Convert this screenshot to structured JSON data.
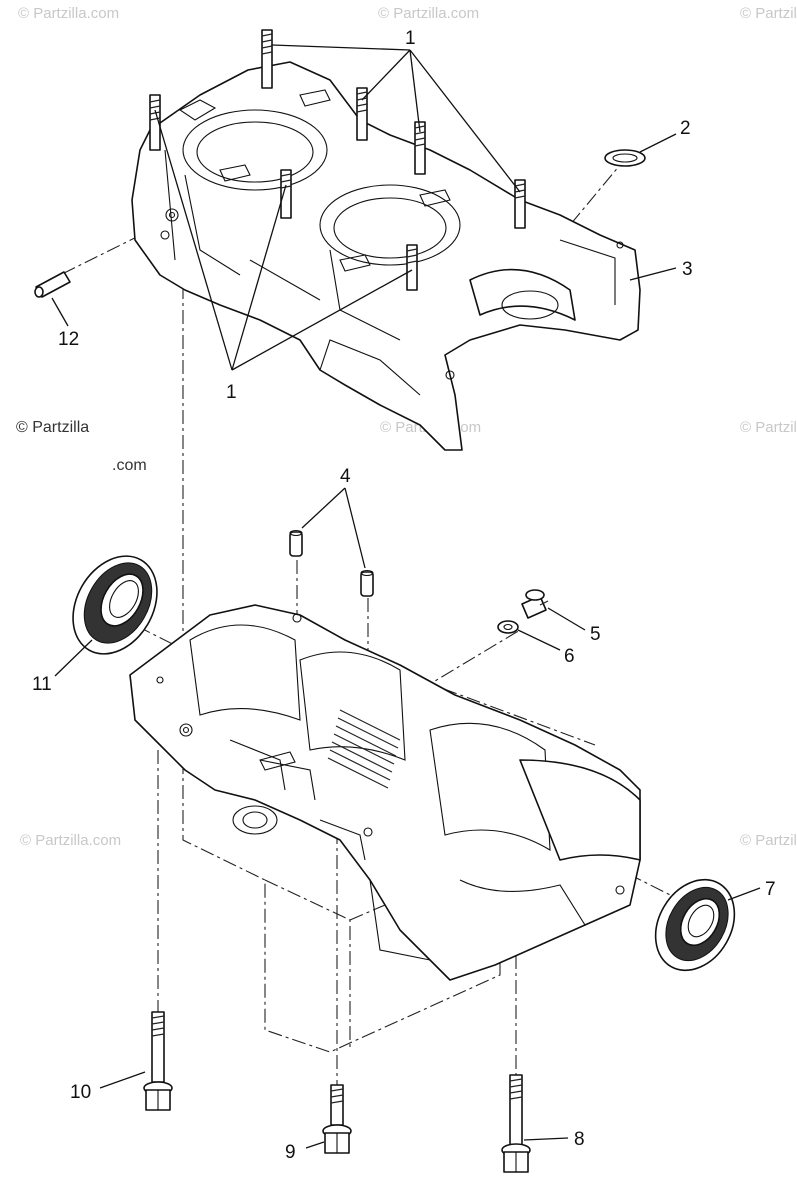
{
  "watermark": {
    "brand": "© Partzilla.com",
    "main_line1": "© Partzilla",
    "main_line2": ".com"
  },
  "callouts": [
    "1",
    "2",
    "3",
    "4",
    "5",
    "6",
    "7",
    "8",
    "9",
    "10",
    "11",
    "12"
  ]
}
